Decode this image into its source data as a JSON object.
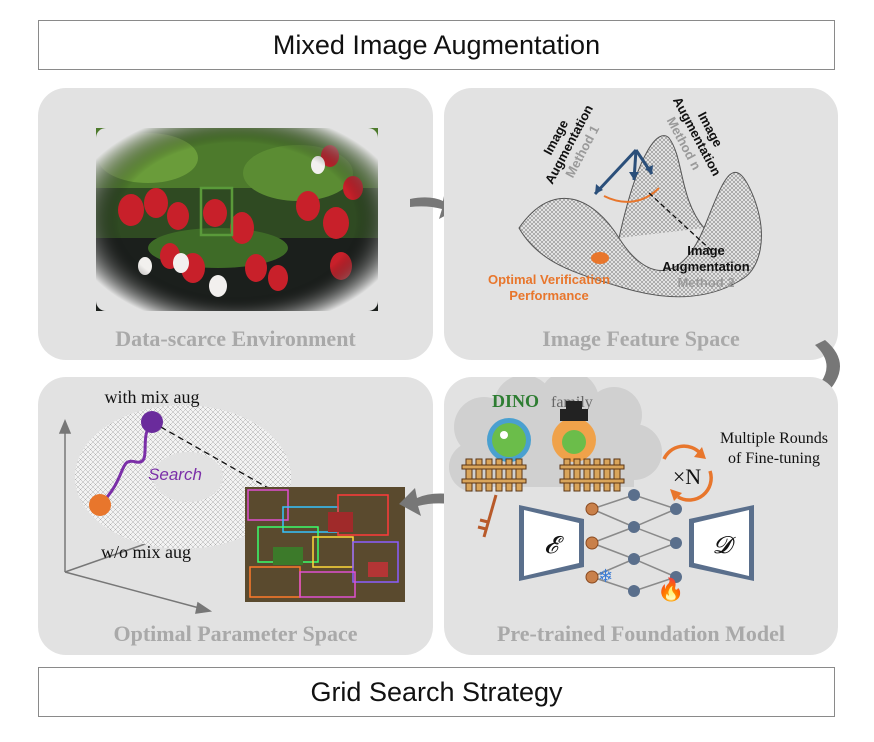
{
  "top_title": "Mixed Image Augmentation",
  "bottom_title": "Grid Search Strategy",
  "panels": {
    "data_scarce": {
      "caption": "Data-scarce Environment"
    },
    "feature_space": {
      "caption": "Image Feature Space",
      "method1": [
        "Image",
        "Augmentation",
        "Method 1"
      ],
      "methodn": [
        "Image",
        "Augmentation",
        "Method n"
      ],
      "method2": [
        "Image",
        "Augmentation",
        "Method 2"
      ],
      "optimal": [
        "Optimal Verification",
        "Performance"
      ]
    },
    "parameter_space": {
      "caption": "Optimal Parameter Space",
      "with_mix": "with mix aug",
      "without_mix": "w/o mix aug",
      "search": "Search"
    },
    "foundation_model": {
      "caption": "Pre-trained Foundation Model",
      "dino": "DINO",
      "family": "family",
      "multiple_rounds": [
        "Multiple Rounds",
        "of Fine-tuning"
      ],
      "times_n": "×N",
      "encoder": "𝓔",
      "decoder": "𝓓"
    }
  },
  "colors": {
    "panel_bg": "#e2e2e2",
    "caption": "#a9a9a9",
    "orange": "#e8762c",
    "purple": "#7b2fa8",
    "blue_gray": "#5a6f8c",
    "green_box": "#5a9a3a",
    "strawberry": "#c8202a"
  }
}
